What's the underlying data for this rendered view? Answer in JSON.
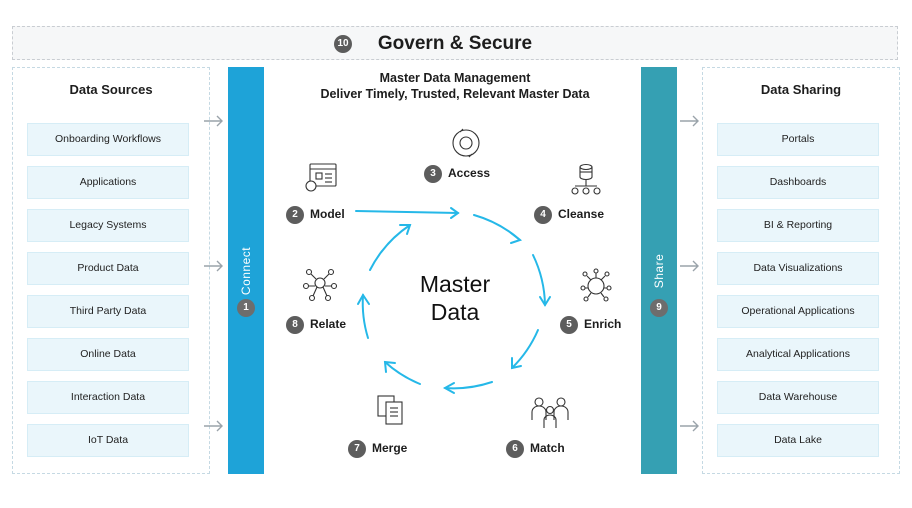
{
  "govern": {
    "number": "10",
    "label": "Govern & Secure"
  },
  "sources": {
    "title": "Data Sources",
    "items": [
      "Onboarding Workflows",
      "Applications",
      "Legacy Systems",
      "Product Data",
      "Third Party Data",
      "Online Data",
      "Interaction Data",
      "IoT Data"
    ]
  },
  "connect": {
    "label": "Connect",
    "number": "1",
    "color": "#1ea3d8"
  },
  "mdm": {
    "title_line1": "Master Data Management",
    "title_line2": "Deliver Timely, Trusted, Relevant Master Data"
  },
  "steps": [
    {
      "number": "2",
      "label": "Model"
    },
    {
      "number": "3",
      "label": "Access"
    },
    {
      "number": "4",
      "label": "Cleanse"
    },
    {
      "number": "5",
      "label": "Enrich"
    },
    {
      "number": "6",
      "label": "Match"
    },
    {
      "number": "7",
      "label": "Merge"
    },
    {
      "number": "8",
      "label": "Relate"
    }
  ],
  "center": {
    "line1": "Master",
    "line2": "Data"
  },
  "share": {
    "label": "Share",
    "number": "9",
    "color": "#35a0b3"
  },
  "sharing": {
    "title": "Data Sharing",
    "items": [
      "Portals",
      "Dashboards",
      "BI & Reporting",
      "Data Visualizations",
      "Operational Applications",
      "Analytical Applications",
      "Data Warehouse",
      "Data Lake"
    ]
  },
  "colors": {
    "cycle_arrow": "#25b8e8",
    "item_bg": "#eaf6fb",
    "badge": "#5d5d5d"
  }
}
